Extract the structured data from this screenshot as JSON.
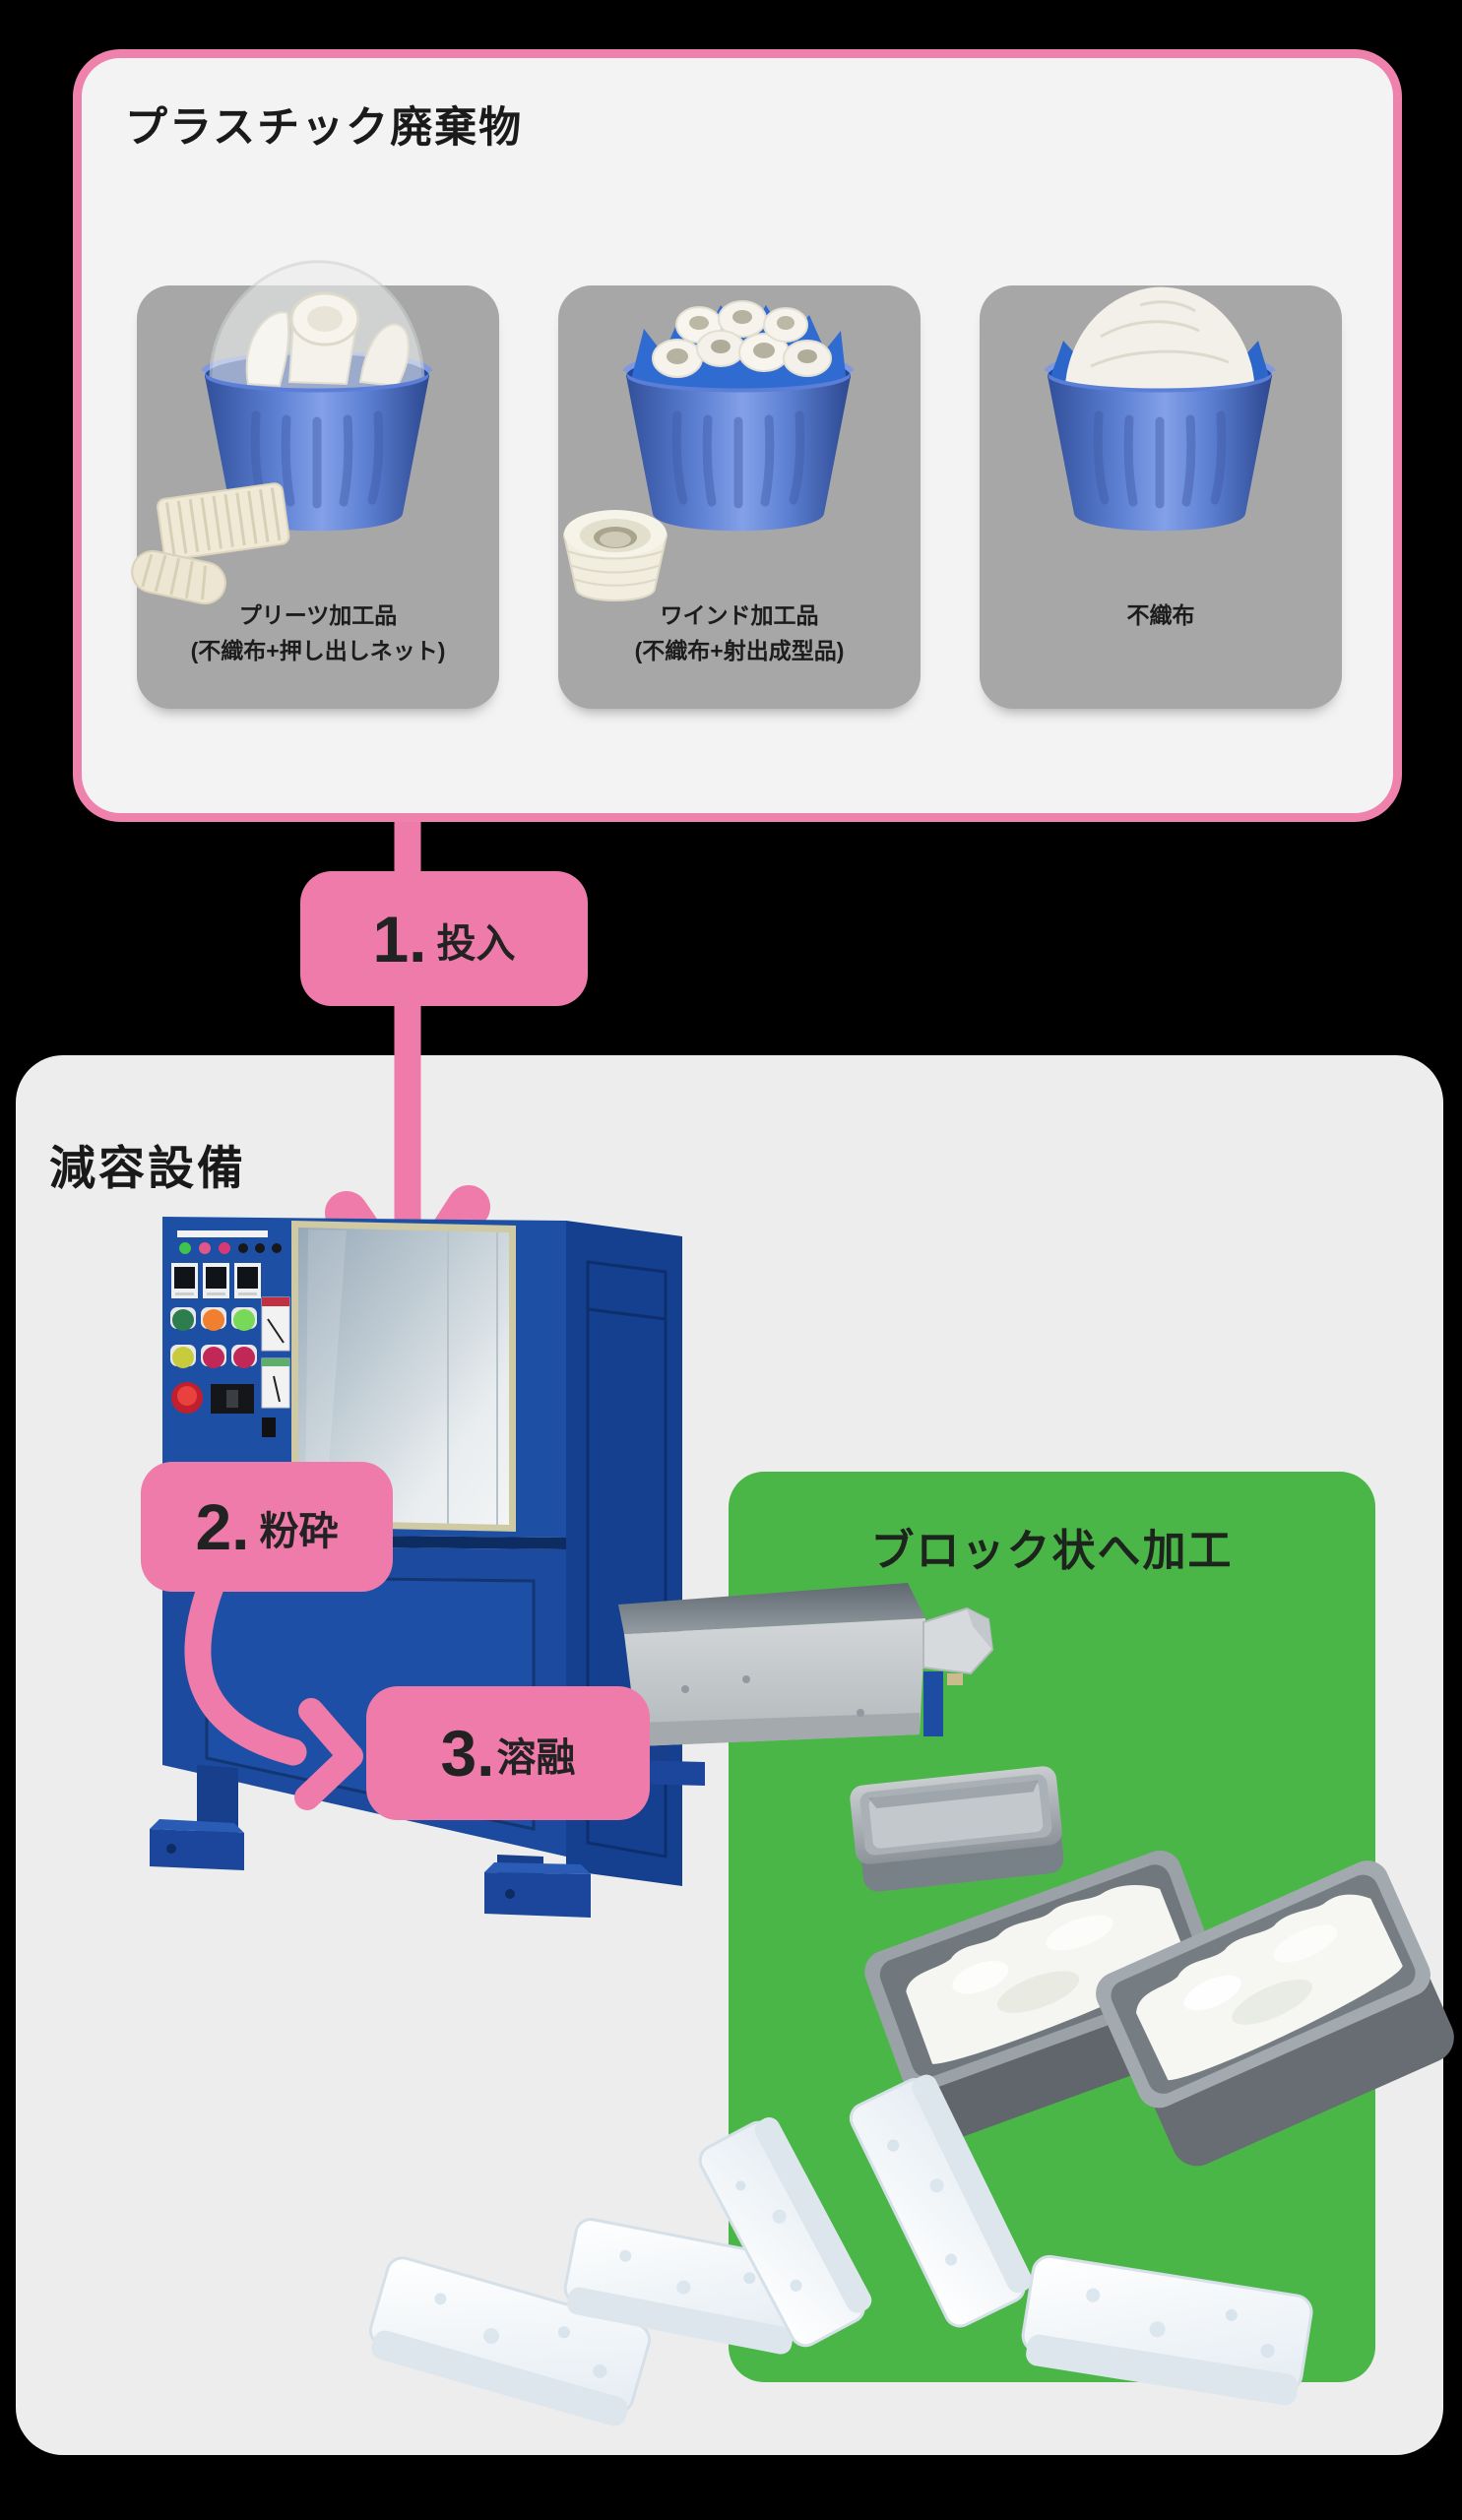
{
  "colors": {
    "background": "#000000",
    "accent_pink": "#ee7ba9",
    "panel_border_pink": "#ef81ad",
    "panel_white": "#f4f3f3",
    "card_gray": "#a7a7a7",
    "equipment_gray": "#ededed",
    "block_green": "#4bb648",
    "machine_blue": "#1d4fa5"
  },
  "plastic_waste": {
    "title": "プラスチック廃棄物",
    "cards": [
      {
        "line1": "プリーツ加工品",
        "line2": "(不織布+押し出しネット)"
      },
      {
        "line1": "ワインド加工品",
        "line2": "(不織布+射出成型品)"
      },
      {
        "line1": "不織布",
        "line2": ""
      }
    ]
  },
  "steps": {
    "step1": {
      "num": "1.",
      "label": "投入"
    },
    "step2": {
      "num": "2.",
      "label": "粉砕"
    },
    "step3": {
      "num": "3.",
      "label": "溶融"
    }
  },
  "equipment": {
    "title": "減容設備"
  },
  "block_processing": {
    "title": "ブロック状へ加工"
  }
}
